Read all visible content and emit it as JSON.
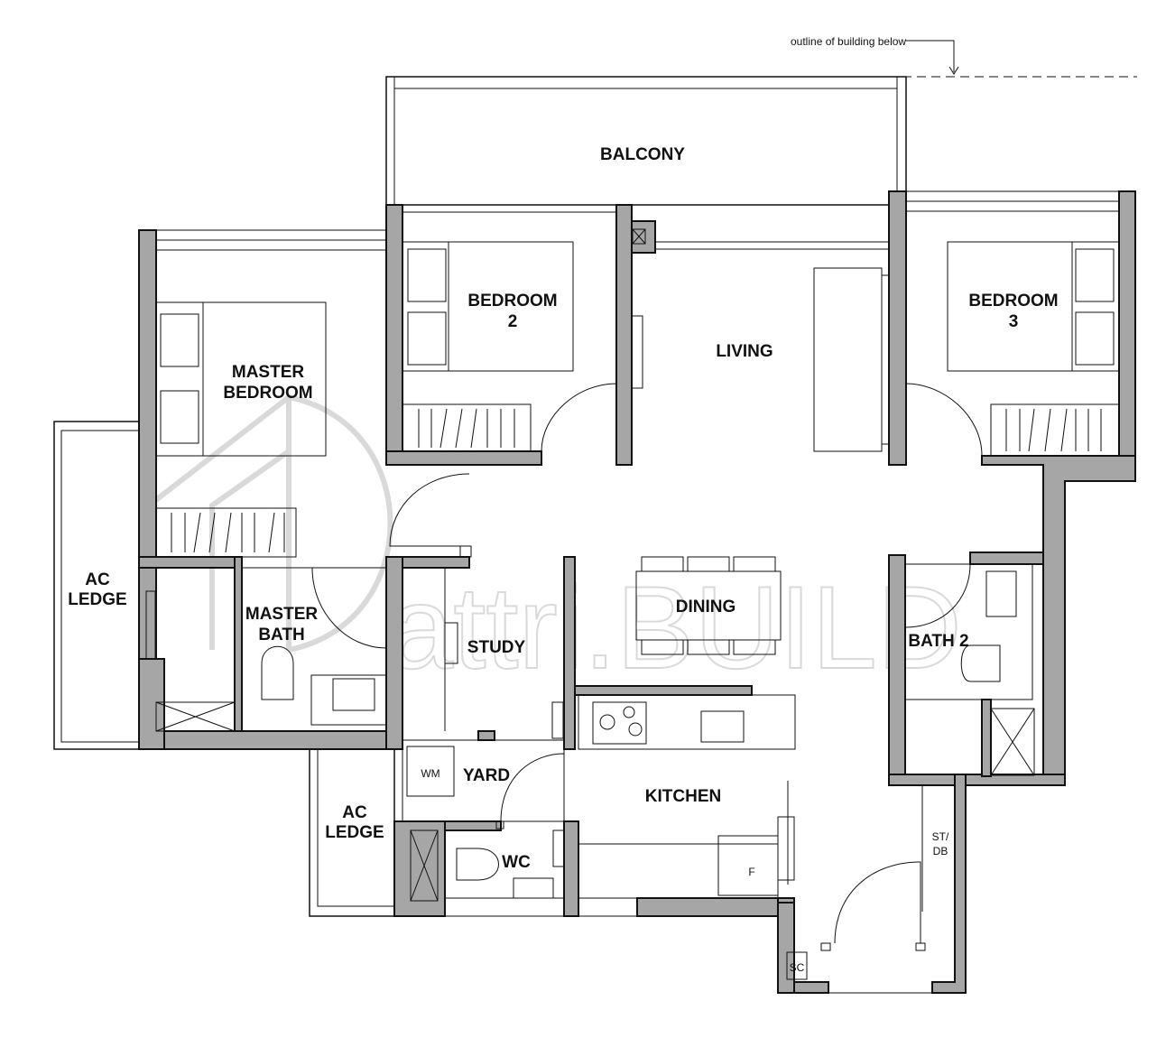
{
  "annotation": "outline of building below",
  "rooms": {
    "balcony": "BALCONY",
    "bedroom2": [
      "BEDROOM",
      "2"
    ],
    "bedroom3": [
      "BEDROOM",
      "3"
    ],
    "living": "LIVING",
    "master_bedroom": [
      "MASTER",
      "BEDROOM"
    ],
    "master_bath": [
      "MASTER",
      "BATH"
    ],
    "study": "STUDY",
    "dining": "DINING",
    "bath2": "BATH 2",
    "ac_ledge_left": [
      "AC",
      "LEDGE"
    ],
    "ac_ledge_lower": [
      "AC",
      "LEDGE"
    ],
    "yard": "YARD",
    "kitchen": "KITCHEN",
    "wc": "WC",
    "st_db": [
      "ST/",
      "DB"
    ],
    "wm": "WM",
    "fridge": "F",
    "sc": "SC"
  },
  "watermark": "attri.BUILD",
  "colors": {
    "wall": "#a6a6a6",
    "line": "#111111",
    "watermark": "#d9d9d9"
  }
}
